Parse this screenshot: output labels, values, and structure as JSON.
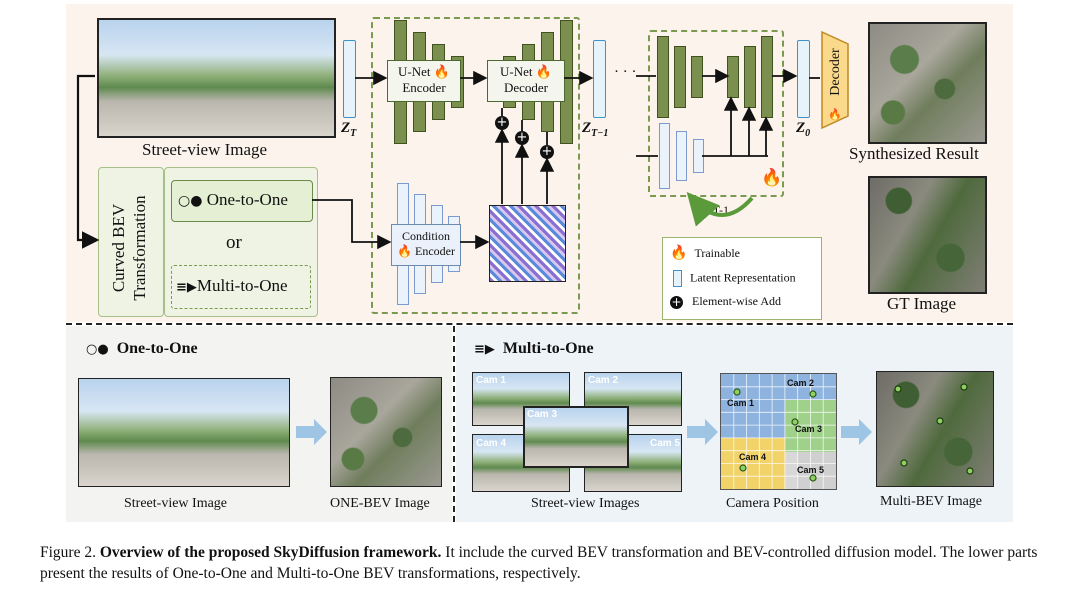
{
  "top": {
    "street_view_label": "Street-view Image",
    "latent_zt": "Z",
    "latent_zt_sub": "T",
    "unet_encoder": [
      "U-Net",
      "Encoder"
    ],
    "unet_decoder": [
      "U-Net",
      "Decoder"
    ],
    "latent_zt1": "Z",
    "latent_zt1_sub": "T−1",
    "ellipsis": "· · ·",
    "latent_z0": "Z",
    "latent_z0_sub": "0",
    "decoder_label": "Decoder",
    "synth_label": "Synthesized Result",
    "gt_label": "GT Image",
    "repeat_label": "×T-1",
    "curved_bev": [
      "Curved BEV",
      "Transformation"
    ],
    "one_to_one": "One-to-One",
    "or": "or",
    "multi_to_one": "Multi-to-One",
    "condition_encoder": [
      "Condition",
      "Encoder"
    ],
    "legend": {
      "trainable": "Trainable",
      "latent": "Latent Representation",
      "add": "Element-wise Add"
    }
  },
  "bottom_left": {
    "title": "One-to-One",
    "street_view": "Street-view Image",
    "one_bev": "ONE-BEV Image"
  },
  "bottom_right": {
    "title": "Multi-to-One",
    "cams": [
      "Cam 1",
      "Cam 2",
      "Cam 3",
      "Cam 4",
      "Cam 5"
    ],
    "street_views": "Street-view Images",
    "camera_position": "Camera Position",
    "grid_cams": [
      "Cam 1",
      "Cam 2",
      "Cam 3",
      "Cam 4",
      "Cam 5"
    ],
    "multi_bev": "Multi-BEV Image"
  },
  "caption": {
    "prefix": "Figure 2.",
    "bold": "Overview of the proposed SkyDiffusion framework.",
    "rest": "It include the curved BEV transformation and BEV-controlled diffusion model. The lower parts present the results of One-to-One and Multi-to-One BEV transformations, respectively."
  },
  "colors": {
    "unet_green": "#7b8f4e",
    "latent_blue": "#3d93c9",
    "cond_blue": "#7a9ad0",
    "flame": "#ff7a1a",
    "grid_blue": "#8fb3df",
    "grid_green": "#9fd18a",
    "grid_yellow": "#f2d36a"
  }
}
